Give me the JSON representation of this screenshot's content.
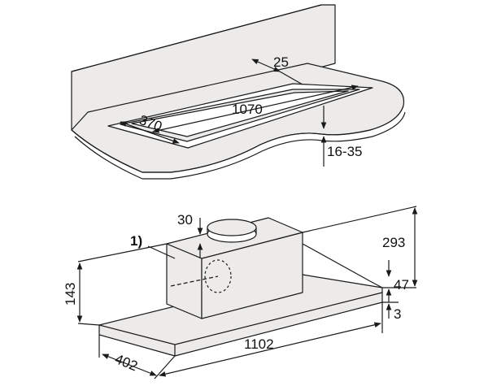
{
  "colors": {
    "surface": "#ecebea",
    "line": "#1a1a1a"
  },
  "worktop": {
    "cutout_depth": "370",
    "cutout_length": "1070",
    "edge_clearance": "25",
    "worktop_thickness": "16-35"
  },
  "appliance": {
    "callout": "1)",
    "duct_offset": "30",
    "total_height": "293",
    "trim_height": "47",
    "frame_thickness": "3",
    "inner_height": "143",
    "depth": "402",
    "width": "1102"
  }
}
